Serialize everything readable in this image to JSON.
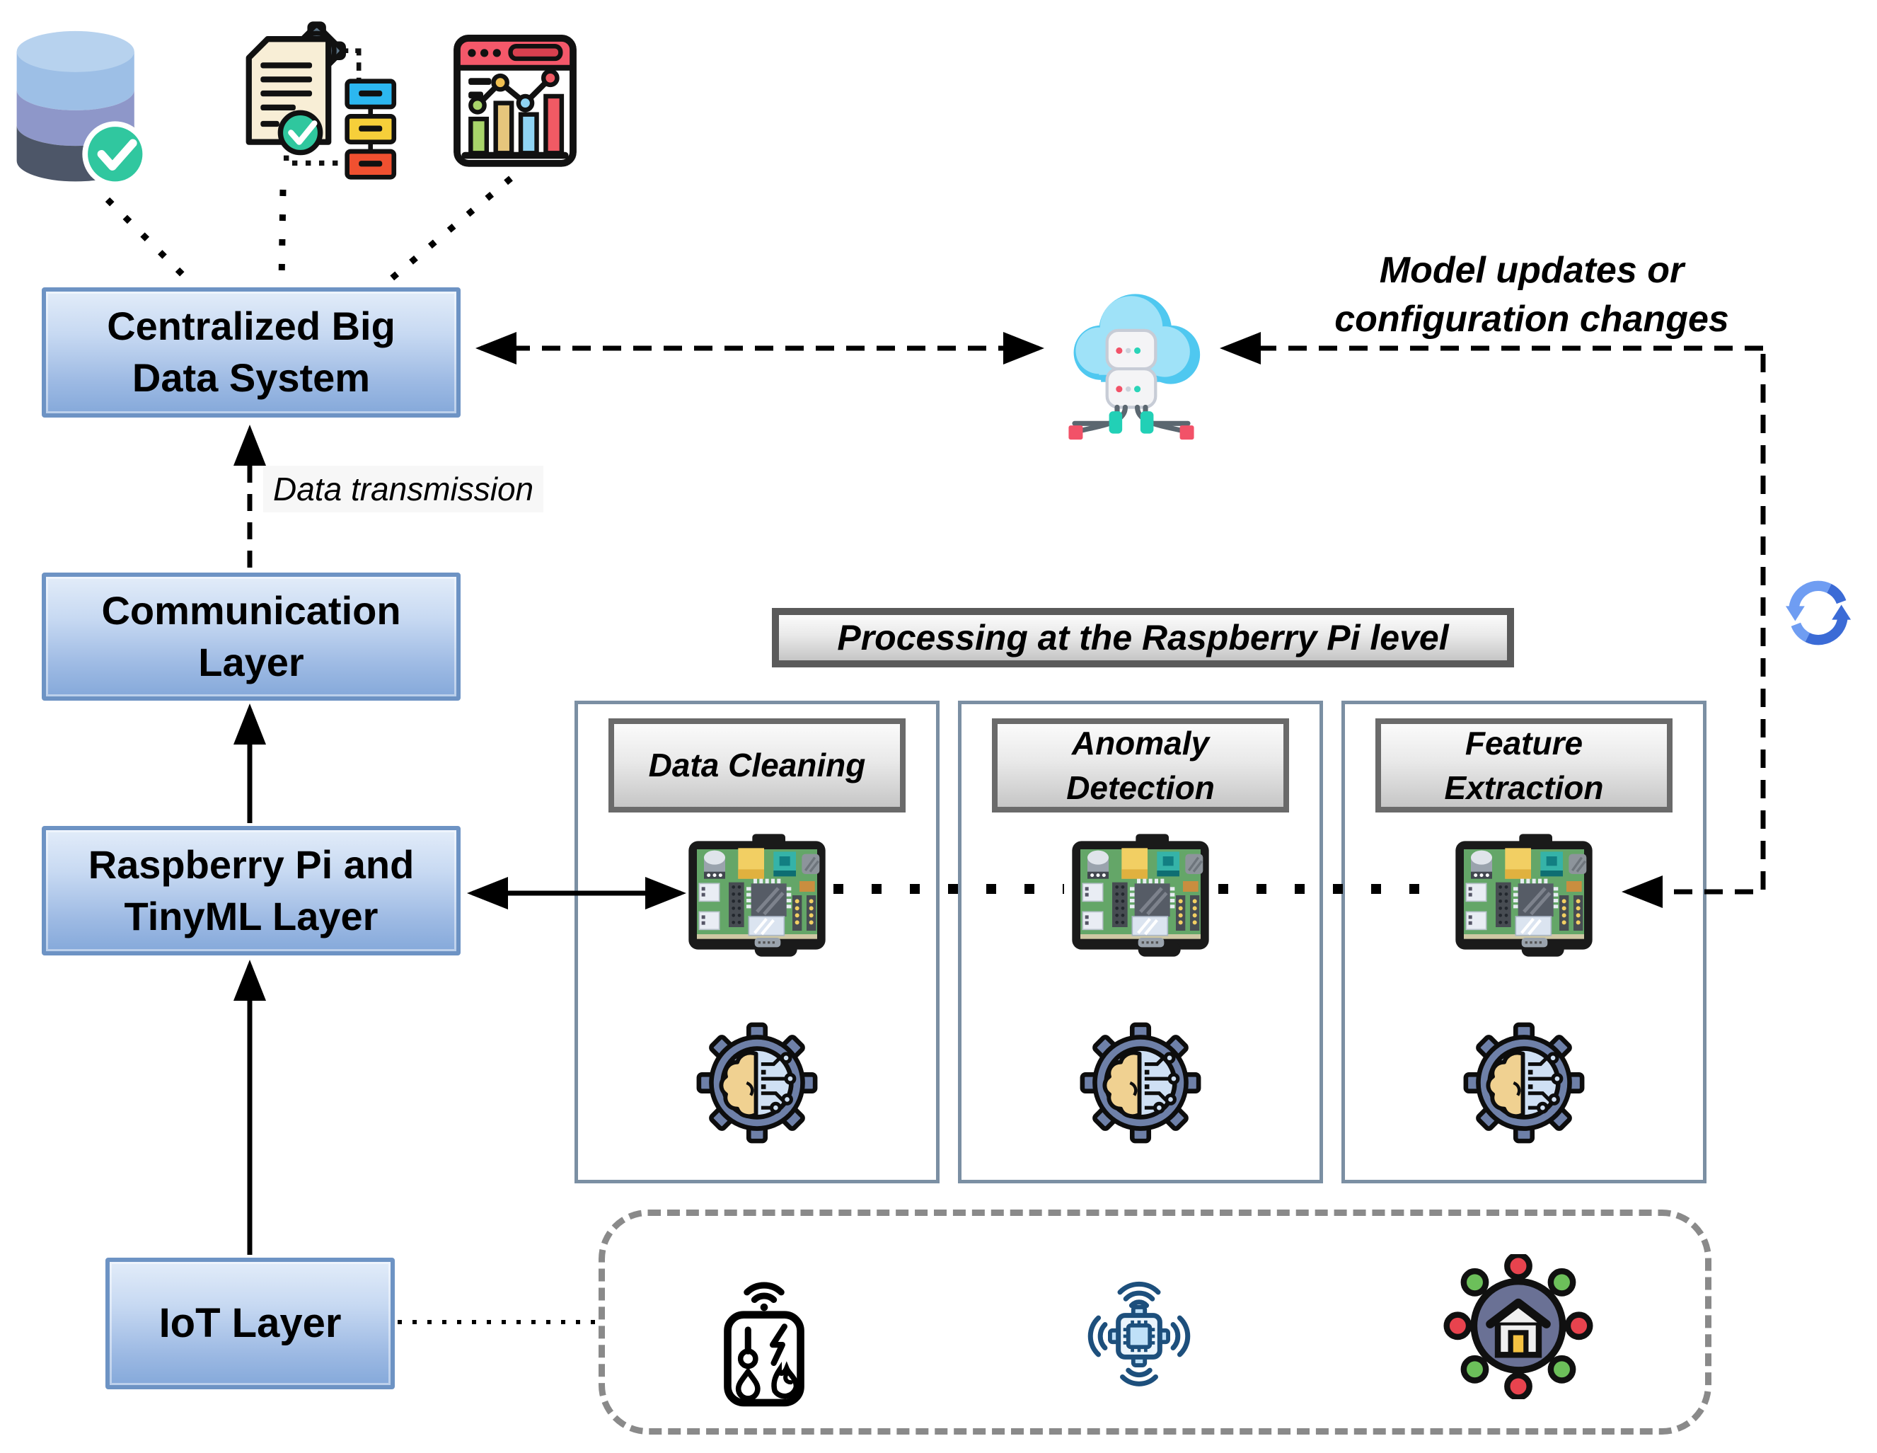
{
  "diagram": {
    "layers": [
      {
        "id": "centralized",
        "label": "Centralized Big Data System"
      },
      {
        "id": "communication",
        "label": "Communication Layer"
      },
      {
        "id": "raspberry",
        "label": "Raspberry Pi and TinyML Layer"
      },
      {
        "id": "iot",
        "label": "IoT Layer"
      }
    ],
    "annotations": {
      "data_transmission": "Data transmission",
      "model_updates": "Model updates or configuration changes",
      "processing_header": "Processing at the Raspberry Pi level"
    },
    "processing_steps": [
      {
        "label": "Data Cleaning"
      },
      {
        "label": "Anomaly Detection"
      },
      {
        "label": "Feature Extraction"
      }
    ],
    "icons": {
      "top_left": [
        "database-check-icon",
        "document-process-icon",
        "analytics-chart-icon"
      ],
      "cloud": "cloud-server-icon",
      "board": "raspberry-pi-board-icon",
      "ml": "ml-gear-brain-icon",
      "iot_devices": [
        "sensor-panel-icon",
        "wireless-chip-icon",
        "smart-home-network-icon"
      ],
      "sync": "sync-arrows-icon"
    },
    "colors": {
      "layer_box_top": "#e2ecf9",
      "layer_box_bottom": "#85a9da",
      "layer_box_border": "#6d93c4",
      "label_box_border": "#6a6a6a",
      "panel_border": "#7b8fa3",
      "dashed_container": "#8a8a8a",
      "connector": "#000000",
      "check_green": "#30c79f",
      "cloud_blue": "#9fe2f8",
      "sync_light": "#6f9df2",
      "sync_dark": "#3b6bd6"
    }
  }
}
